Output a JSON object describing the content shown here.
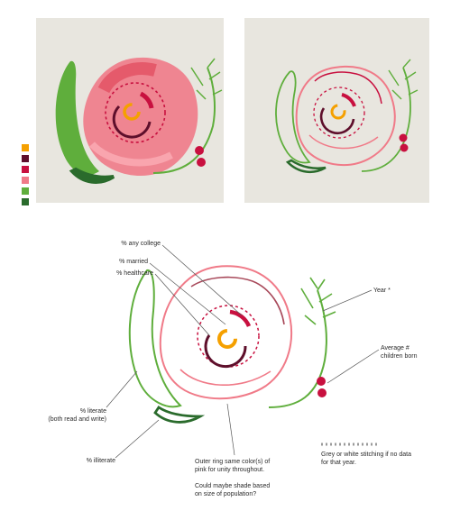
{
  "colors": {
    "orange": "#f5a000",
    "maroon": "#5e0f2b",
    "crimson": "#c8103f",
    "pink": "#f07a88",
    "green": "#5fae3c",
    "darkgreen": "#2a6b2c",
    "linen": "#e8e6df",
    "mauve": "#a8495a"
  },
  "legend_swatches": [
    "orange",
    "maroon",
    "crimson",
    "pink",
    "green",
    "darkgreen"
  ],
  "labels": {
    "any_college": "% any college",
    "married": "% married",
    "healthcare": "% healthcare",
    "year": "Year *",
    "children": "Average #\nchildren born",
    "literate": "% literate\n(both read and write)",
    "illiterate": "% illiterate",
    "outer_ring": "Outer ring same color(s) of\npink for unity throughout.\n\nCould maybe shade based\non size of population?",
    "stitching": "Grey or white stitching if no data\nfor that year."
  }
}
